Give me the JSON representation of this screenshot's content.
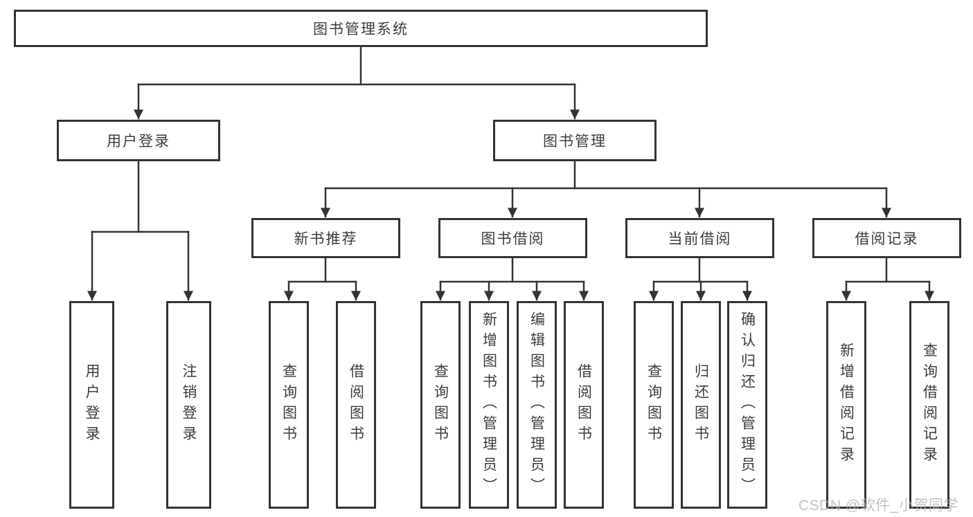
{
  "diagram": {
    "root": {
      "label": "图书管理系统",
      "children": [
        {
          "label": "用户登录",
          "children": [
            {
              "label": "用户登录"
            },
            {
              "label": "注销登录"
            }
          ]
        },
        {
          "label": "图书管理",
          "children": [
            {
              "label": "新书推荐",
              "children": [
                {
                  "label": "查询图书"
                },
                {
                  "label": "借阅图书"
                }
              ]
            },
            {
              "label": "图书借阅",
              "children": [
                {
                  "label": "查询图书"
                },
                {
                  "label": "新增图书（管理员）"
                },
                {
                  "label": "编辑图书（管理员）"
                },
                {
                  "label": "借阅图书"
                }
              ]
            },
            {
              "label": "当前借阅",
              "children": [
                {
                  "label": "查询图书"
                },
                {
                  "label": "归还图书"
                },
                {
                  "label": "确认归还（管理员）"
                }
              ]
            },
            {
              "label": "借阅记录",
              "children": [
                {
                  "label": "新增借阅记录"
                },
                {
                  "label": "查询借阅记录"
                }
              ]
            }
          ]
        }
      ]
    }
  },
  "watermark": {
    "text": "CSDN @软件_小贺同学"
  },
  "colors": {
    "line": "#333333",
    "text": "#3c3c3c",
    "box_background": "#ffffff",
    "page_background": "#ffffff",
    "watermark": "#b0b0b0"
  }
}
